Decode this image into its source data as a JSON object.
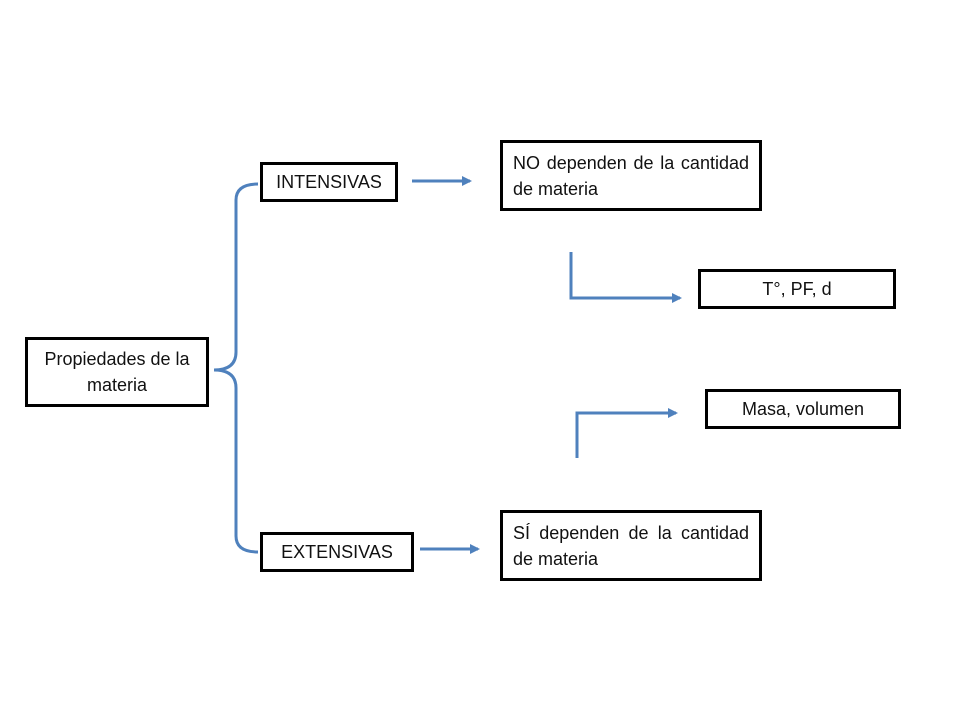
{
  "diagram": {
    "root_label": "Propiedades de la materia",
    "intensivas_label": "INTENSIVAS",
    "extensivas_label": "EXTENSIVAS",
    "intensivas_desc": "NO dependen de la cantidad de materia",
    "extensivas_desc": "SÍ dependen de la cantidad de materia",
    "intensivas_example": "T°, PF, d",
    "extensivas_example": "Masa, volumen"
  },
  "colors": {
    "connector": "#4f81bd",
    "box_border": "#000000",
    "text": "#111111",
    "background": "#ffffff"
  }
}
